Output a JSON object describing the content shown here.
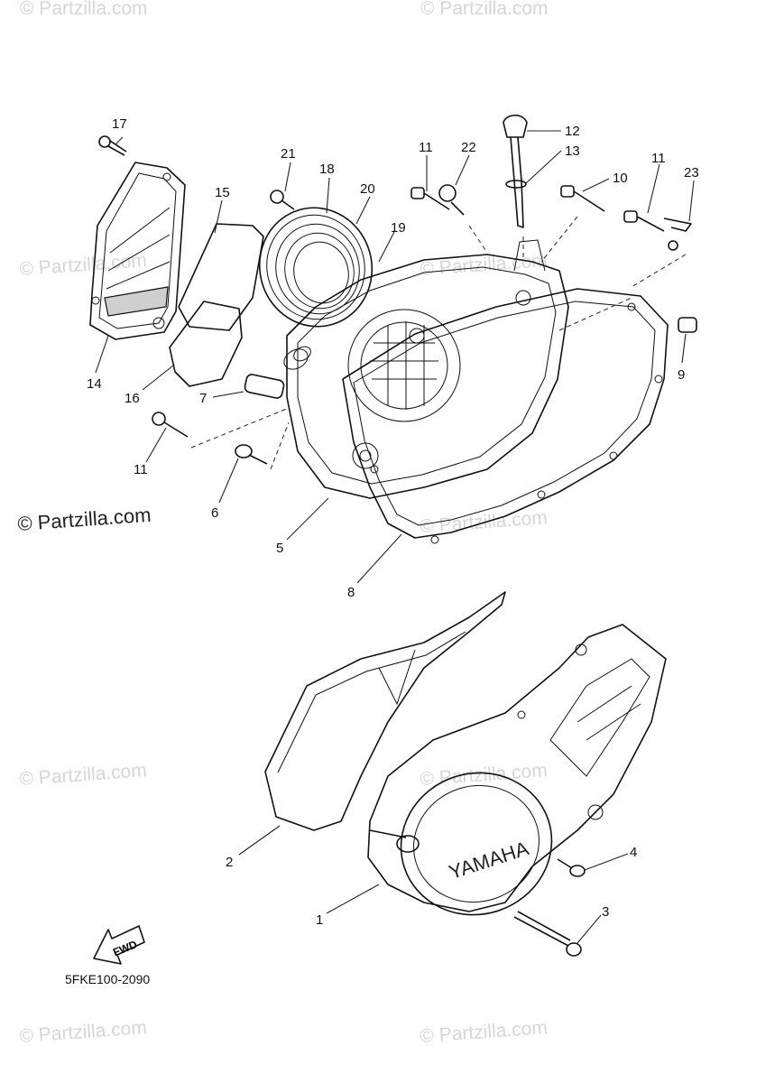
{
  "diagram": {
    "watermark": "© Partzilla.com",
    "brand": "© Partzilla.com",
    "diagram_code": "5FKE100-2090",
    "fwd_label": "FWD",
    "cover_logo": "YAMAHA",
    "callouts": {
      "c1": "1",
      "c2": "2",
      "c3": "3",
      "c4": "4",
      "c5": "5",
      "c6": "6",
      "c7": "7",
      "c8": "8",
      "c9": "9",
      "c10": "10",
      "c11a": "11",
      "c11b": "11",
      "c11c": "11",
      "c12": "12",
      "c13": "13",
      "c14": "14",
      "c15": "15",
      "c16": "16",
      "c17": "17",
      "c18": "18",
      "c19": "19",
      "c20": "20",
      "c21": "21",
      "c22": "22",
      "c23": "23"
    }
  }
}
